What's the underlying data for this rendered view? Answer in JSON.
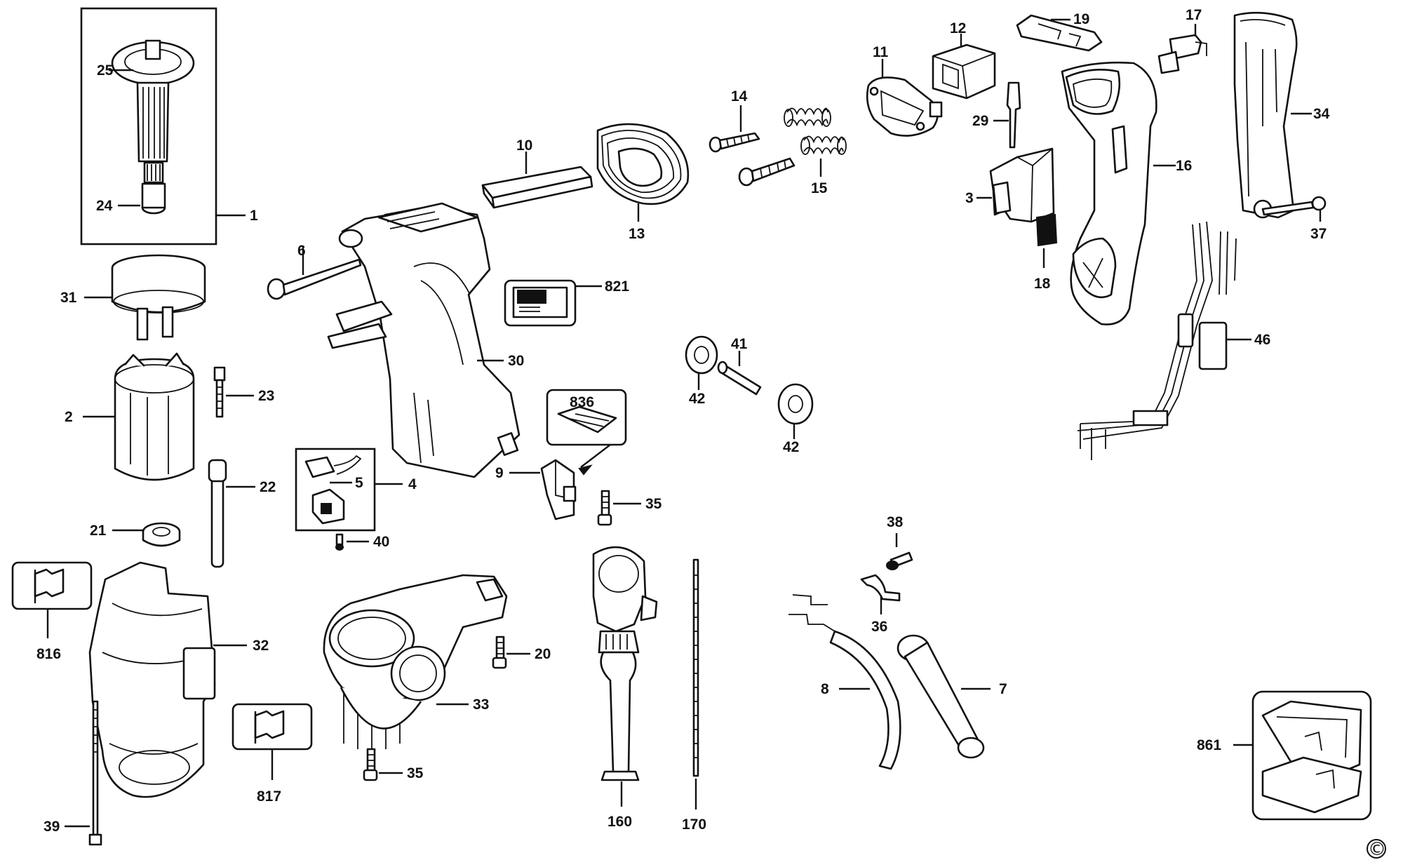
{
  "labels": {
    "p1": "1",
    "p2": "2",
    "p3": "3",
    "p4": "4",
    "p5": "5",
    "p6": "6",
    "p7": "7",
    "p8": "8",
    "p9": "9",
    "p10": "10",
    "p11": "11",
    "p12": "12",
    "p13": "13",
    "p14": "14",
    "p15": "15",
    "p16": "16",
    "p17": "17",
    "p18": "18",
    "p19": "19",
    "p20": "20",
    "p21": "21",
    "p22": "22",
    "p23": "23",
    "p24": "24",
    "p25": "25",
    "p29": "29",
    "p30": "30",
    "p31": "31",
    "p32": "32",
    "p33": "33",
    "p34": "34",
    "p35a": "35",
    "p35b": "35",
    "p36": "36",
    "p37": "37",
    "p38": "38",
    "p39": "39",
    "p40": "40",
    "p41": "41",
    "p42a": "42",
    "p42b": "42",
    "p46": "46",
    "p160": "160",
    "p170": "170",
    "p816": "816",
    "p817": "817",
    "p821": "821",
    "p836": "836",
    "p861": "861"
  },
  "copyright_symbol": "©"
}
